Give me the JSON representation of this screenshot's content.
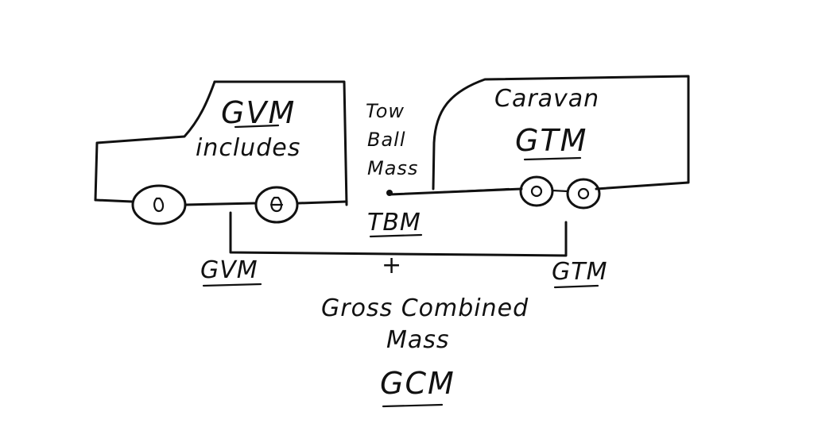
{
  "car": {
    "gvm_label": "GVM",
    "includes_label": "includes"
  },
  "tow_ball": {
    "line1": "Tow",
    "line2": "Ball",
    "line3": "Mass",
    "abbr": "TBM"
  },
  "caravan": {
    "title": "Caravan",
    "gtm_label": "GTM"
  },
  "bottom": {
    "gvm": "GVM",
    "plus": "+",
    "gtm": "GTM"
  },
  "combined": {
    "line1": "Gross Combined",
    "line2": "Mass",
    "abbr": "GCM"
  }
}
